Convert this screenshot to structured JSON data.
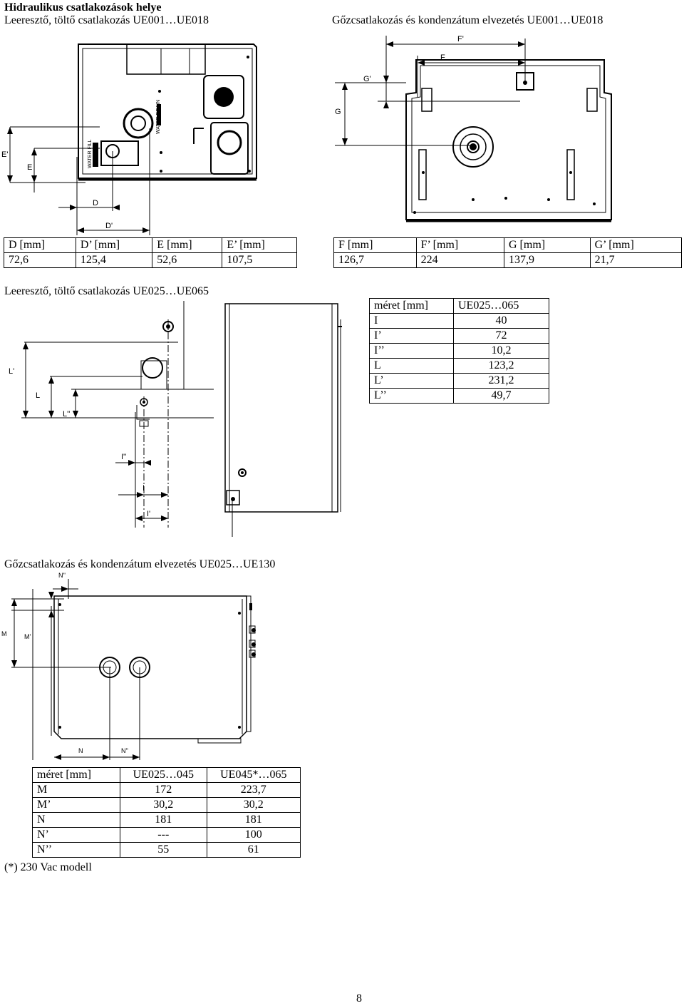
{
  "header": {
    "title": "Hidraulikus csatlakozások helye",
    "left_subtitle": "Leeresztő, töltő csatlakozás UE001…UE018",
    "right_subtitle": "Gőzcsatlakozás és kondenzátum elvezetés UE001…UE018"
  },
  "diagram1": {
    "labels": {
      "e_prime": "E'",
      "e": "E",
      "d": "D",
      "d_prime": "D'",
      "water_fill": "WATER FILL",
      "water_drain": "WATER DRAIN"
    }
  },
  "diagram2": {
    "labels": {
      "f_prime": "F'",
      "f": "F",
      "g_prime": "G'",
      "g": "G"
    }
  },
  "table_de": {
    "headers": [
      "D [mm]",
      "D’ [mm]",
      "E [mm]",
      "E’ [mm]"
    ],
    "values": [
      "72,6",
      "125,4",
      "52,6",
      "107,5"
    ]
  },
  "table_fg": {
    "headers": [
      "F [mm]",
      "F’ [mm]",
      "G [mm]",
      "G’ [mm]"
    ],
    "values": [
      "126,7",
      "224",
      "137,9",
      "21,7"
    ]
  },
  "section2": {
    "title": "Leeresztő, töltő csatlakozás UE025…UE065",
    "labels": {
      "l_prime": "L'",
      "l": "L",
      "l_dprime": "L''",
      "i_dprime": "I''",
      "i": "I",
      "i_prime": "I'"
    }
  },
  "table_il": {
    "header": [
      "méret [mm]",
      "UE025…065"
    ],
    "rows": [
      [
        "I",
        "40"
      ],
      [
        "I’",
        "72"
      ],
      [
        "I’’",
        "10,2"
      ],
      [
        "L",
        "123,2"
      ],
      [
        "L’",
        "231,2"
      ],
      [
        "L’’",
        "49,7"
      ]
    ]
  },
  "section3": {
    "title": "Gőzcsatlakozás és kondenzátum elvezetés UE025…UE130",
    "labels": {
      "n_dprime": "N''",
      "m": "M",
      "m_prime": "M'",
      "n": "N",
      "n_dprime_bottom": "N''"
    }
  },
  "table_mn": {
    "header": [
      "méret [mm]",
      "UE025…045",
      "UE045*…065"
    ],
    "rows": [
      [
        "M",
        "172",
        "223,7"
      ],
      [
        "M’",
        "30,2",
        "30,2"
      ],
      [
        "N",
        "181",
        "181"
      ],
      [
        "N’",
        "---",
        "100"
      ],
      [
        "N’’",
        "55",
        "61"
      ]
    ],
    "footnote": "(*) 230 Vac modell"
  },
  "page_number": "8"
}
